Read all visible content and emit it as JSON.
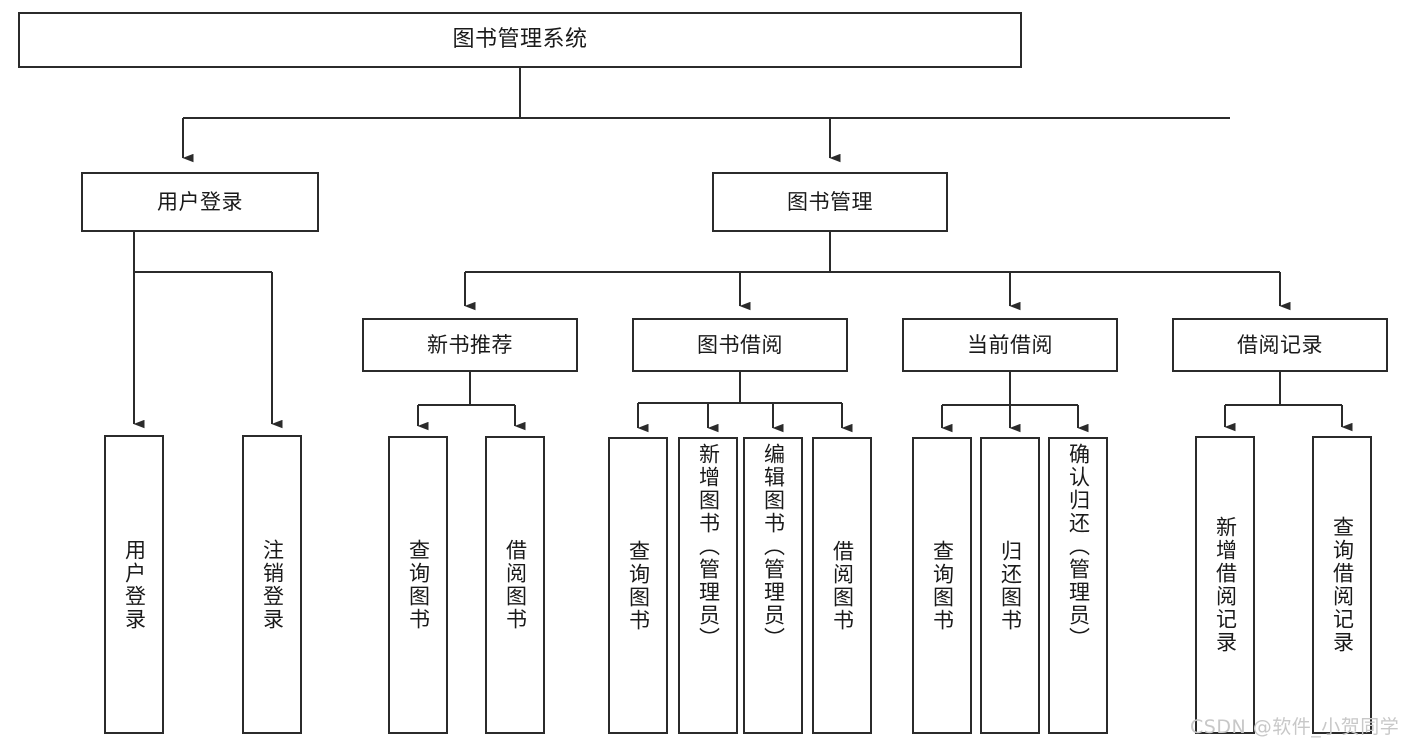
{
  "diagram": {
    "title": "图书管理系统",
    "watermark": "CSDN @软件_小贺同学",
    "colors": {
      "box_border": "#2b2b2b",
      "connector": "#2b2b2b",
      "background": "#ffffff",
      "text": "#1a1a1a",
      "watermark": "#c8c8c8"
    },
    "nodes": {
      "root": {
        "label": "图书管理系统"
      },
      "level2": [
        {
          "label": "用户登录"
        },
        {
          "label": "图书管理"
        }
      ],
      "level3": [
        {
          "label": "新书推荐"
        },
        {
          "label": "图书借阅"
        },
        {
          "label": "当前借阅"
        },
        {
          "label": "借阅记录"
        }
      ],
      "leaves_user_login": [
        {
          "label": "用户登录"
        },
        {
          "label": "注销登录"
        }
      ],
      "leaves_new_books": [
        {
          "label": "查询图书"
        },
        {
          "label": "借阅图书"
        }
      ],
      "leaves_book_borrow": [
        {
          "label": "查询图书"
        },
        {
          "label": "新增图书（管理员）"
        },
        {
          "label": "编辑图书（管理员）"
        },
        {
          "label": "借阅图书"
        }
      ],
      "leaves_current_borrow": [
        {
          "label": "查询图书"
        },
        {
          "label": "归还图书"
        },
        {
          "label": "确认归还（管理员）"
        }
      ],
      "leaves_borrow_records": [
        {
          "label": "新增借阅记录"
        },
        {
          "label": "查询借阅记录"
        }
      ]
    }
  }
}
